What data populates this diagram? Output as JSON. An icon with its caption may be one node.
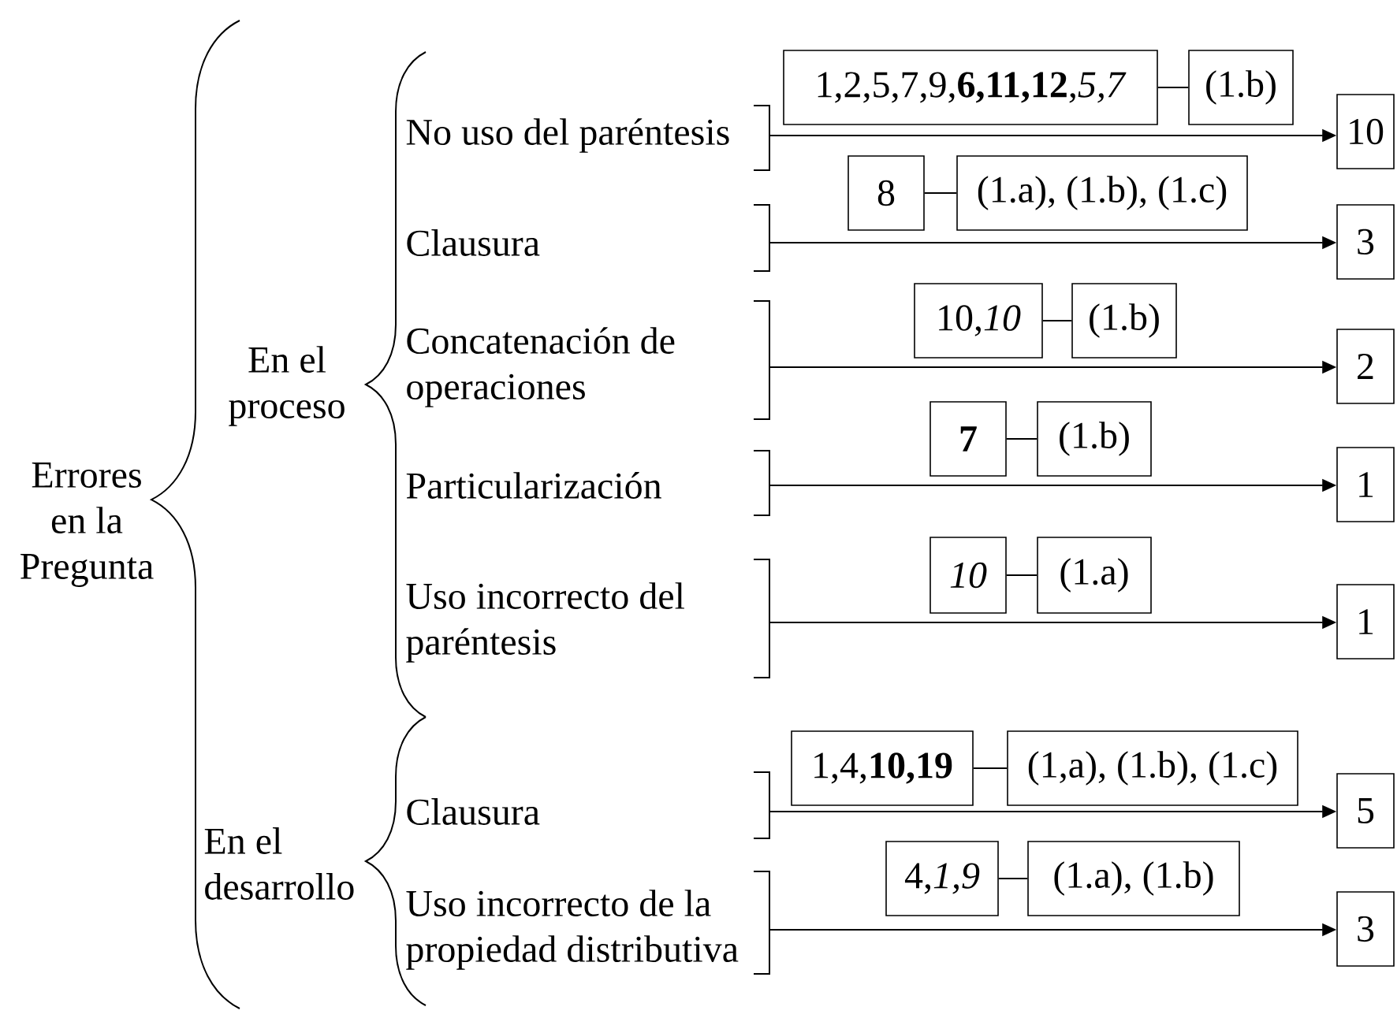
{
  "diagram": {
    "nodes": [
      {
        "text": [
          "No uso del paréntesis"
        ]
      },
      {
        "text": [
          "Clausura"
        ]
      },
      {
        "text": [
          "Concatenación de operaciones"
        ]
      },
      {
        "text": [
          "Particularización"
        ]
      },
      {
        "text": [
          "Uso incorrecto del paréntesis"
        ]
      },
      {
        "text": [
          "Clausura"
        ]
      },
      {
        "text": [
          "Uso incorrecto de la propiedad distributiva"
        ]
      },
      {
        "text": [
          "1,2,5,7,9,**6,11,12**,*5,7*"
        ]
      },
      {
        "text": [
          "(1.b)"
        ]
      },
      {
        "text": [
          "10"
        ]
      },
      {
        "text": [
          "8"
        ]
      },
      {
        "text": [
          "(1.a), (1.b), (1.c)"
        ]
      },
      {
        "text": [
          "3"
        ]
      },
      {
        "text": [
          "10,*10*"
        ]
      },
      {
        "text": [
          "(1.b)"
        ]
      },
      {
        "text": [
          "2"
        ]
      },
      {
        "text": [
          "**7**"
        ]
      },
      {
        "text": [
          "(1.b)"
        ]
      },
      {
        "text": [
          "1"
        ]
      },
      {
        "text": [
          "*10*"
        ]
      },
      {
        "text": [
          "(1.a)"
        ]
      },
      {
        "text": [
          "1"
        ]
      },
      {
        "text": [
          "1,4,**10,19**"
        ]
      },
      {
        "text": [
          "(1,a), (1.b), (1.c)"
        ]
      },
      {
        "text": [
          "5"
        ]
      },
      {
        "text": [
          "4,*1,9*"
        ]
      },
      {
        "text": [
          "(1.a), (1.b)"
        ]
      },
      {
        "text": [
          "3"
        ]
      }
    ],
    "edges": [
      {
        "from": 0,
        "to": 9,
        "arrow": "to"
      },
      {
        "from": 7,
        "to": 8,
        "arrow": "none"
      },
      {
        "from": 1,
        "to": 12,
        "arrow": "to"
      },
      {
        "from": 10,
        "to": 11,
        "arrow": "none"
      },
      {
        "from": 2,
        "to": 15,
        "arrow": "to"
      },
      {
        "from": 13,
        "to": 14,
        "arrow": "none"
      },
      {
        "from": 3,
        "to": 18,
        "arrow": "to"
      },
      {
        "from": 16,
        "to": 17,
        "arrow": "none"
      },
      {
        "from": 4,
        "to": 21,
        "arrow": "to"
      },
      {
        "from": 19,
        "to": 20,
        "arrow": "none"
      },
      {
        "from": 5,
        "to": 24,
        "arrow": "to"
      },
      {
        "from": 22,
        "to": 23,
        "arrow": "none"
      },
      {
        "from": 6,
        "to": 27,
        "arrow": "to"
      },
      {
        "from": 25,
        "to": 26,
        "arrow": "none"
      }
    ],
    "labels": [
      "Errores en la Pregunta",
      "En el proceso",
      "En el desarrollo"
    ]
  }
}
